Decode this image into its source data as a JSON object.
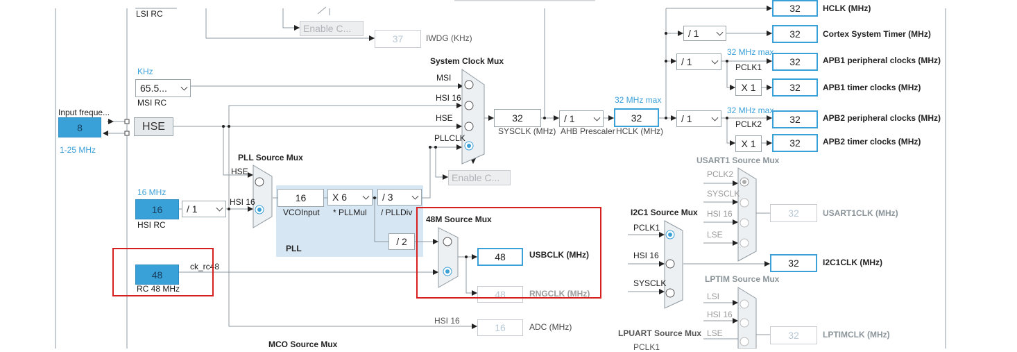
{
  "inputs": {
    "lsi_rc": "LSI RC",
    "enable_css": "Enable C...",
    "iwdg_value": "37",
    "iwdg_label": "IWDG (KHz)",
    "msi_unit": "KHz",
    "msi_select": "65.5...",
    "msi_rc": "MSI RC",
    "input_freq_label": "Input freque...",
    "hse_input_value": "8",
    "hse_range": "1-25 MHz",
    "hse_label": "HSE",
    "hsi_unit": "16 MHz",
    "hsi_value": "16",
    "hsi_div": "/ 1",
    "hsi_rc": "HSI RC",
    "rc48_value": "48",
    "rc48_label": "RC 48 MHz",
    "ck_rc48": "ck_rc48"
  },
  "pll": {
    "title": "PLL Source Mux",
    "hse": "HSE",
    "hsi16": "HSI 16",
    "vco_value": "16",
    "vco_label": "VCOInput",
    "mul_value": "X 6",
    "mul_label": "* PLLMul",
    "div_value": "/ 3",
    "div_label": "/ PLLDiv",
    "div2": "/ 2",
    "region_label": "PLL"
  },
  "sysclk_mux": {
    "title": "System Clock Mux",
    "msi": "MSI",
    "hsi16": "HSI 16",
    "hse": "HSE",
    "pllclk": "PLLCLK",
    "sysclk_value": "32",
    "sysclk_label": "SYSCLK (MHz)",
    "ahb_value": "/ 1",
    "ahb_label": "AHB Prescaler",
    "hclk_max": "32 MHz max",
    "hclk_value": "32",
    "hclk_label": "HCLK (MHz)",
    "enable_css": "Enable C..."
  },
  "usb48": {
    "title": "48M Source Mux",
    "usb_value": "48",
    "usb_label": "USBCLK (MHz)",
    "rng_value": "48",
    "rng_label": "RNGCLK (MHz)"
  },
  "adc": {
    "hsi16": "HSI 16",
    "value": "16",
    "label": "ADC (MHz)"
  },
  "mco": {
    "title": "MCO Source Mux"
  },
  "right_outputs": {
    "top_value": "32",
    "top_label": "HCLK (MHz)",
    "cortex_div": "/ 1",
    "cortex_value": "32",
    "cortex_label": "Cortex System Timer (MHz)",
    "apb1_max": "32 MHz max",
    "apb1_div": "/ 1",
    "pclk1": "PCLK1",
    "apb1_value": "32",
    "apb1_label": "APB1 peripheral clocks (MHz)",
    "apb1_timer_mul": "X 1",
    "apb1_timer_value": "32",
    "apb1_timer_label": "APB1 timer clocks (MHz)",
    "apb2_max": "32 MHz max",
    "apb2_div": "/ 1",
    "pclk2": "PCLK2",
    "apb2_value": "32",
    "apb2_label": "APB2 peripheral clocks (MHz)",
    "apb2_timer_mul": "X 1",
    "apb2_timer_value": "32",
    "apb2_timer_label": "APB2 timer clocks (MHz)"
  },
  "usart1": {
    "title": "USART1 Source Mux",
    "in_pclk2": "PCLK2",
    "in_sysclk": "SYSCLK",
    "in_hsi16": "HSI 16",
    "in_lse": "LSE",
    "value": "32",
    "label": "USART1CLK (MHz)"
  },
  "i2c1": {
    "title": "I2C1 Source Mux",
    "in_pclk1": "PCLK1",
    "in_hsi16": "HSI 16",
    "in_sysclk": "SYSCLK",
    "value": "32",
    "label": "I2C1CLK (MHz)"
  },
  "lptim": {
    "title": "LPTIM Source Mux",
    "in_lsi": "LSI",
    "in_hsi16": "HSI 16",
    "in_lse": "LSE",
    "value": "32",
    "label": "LPTIMCLK (MHz)"
  },
  "lpuart": {
    "title": "LPUART Source Mux",
    "in_pclk1": "PCLK1"
  },
  "colors": {
    "accent": "#3aa0d8",
    "highlight": "#d81f1f",
    "pll_region": "#d7e6f3"
  }
}
